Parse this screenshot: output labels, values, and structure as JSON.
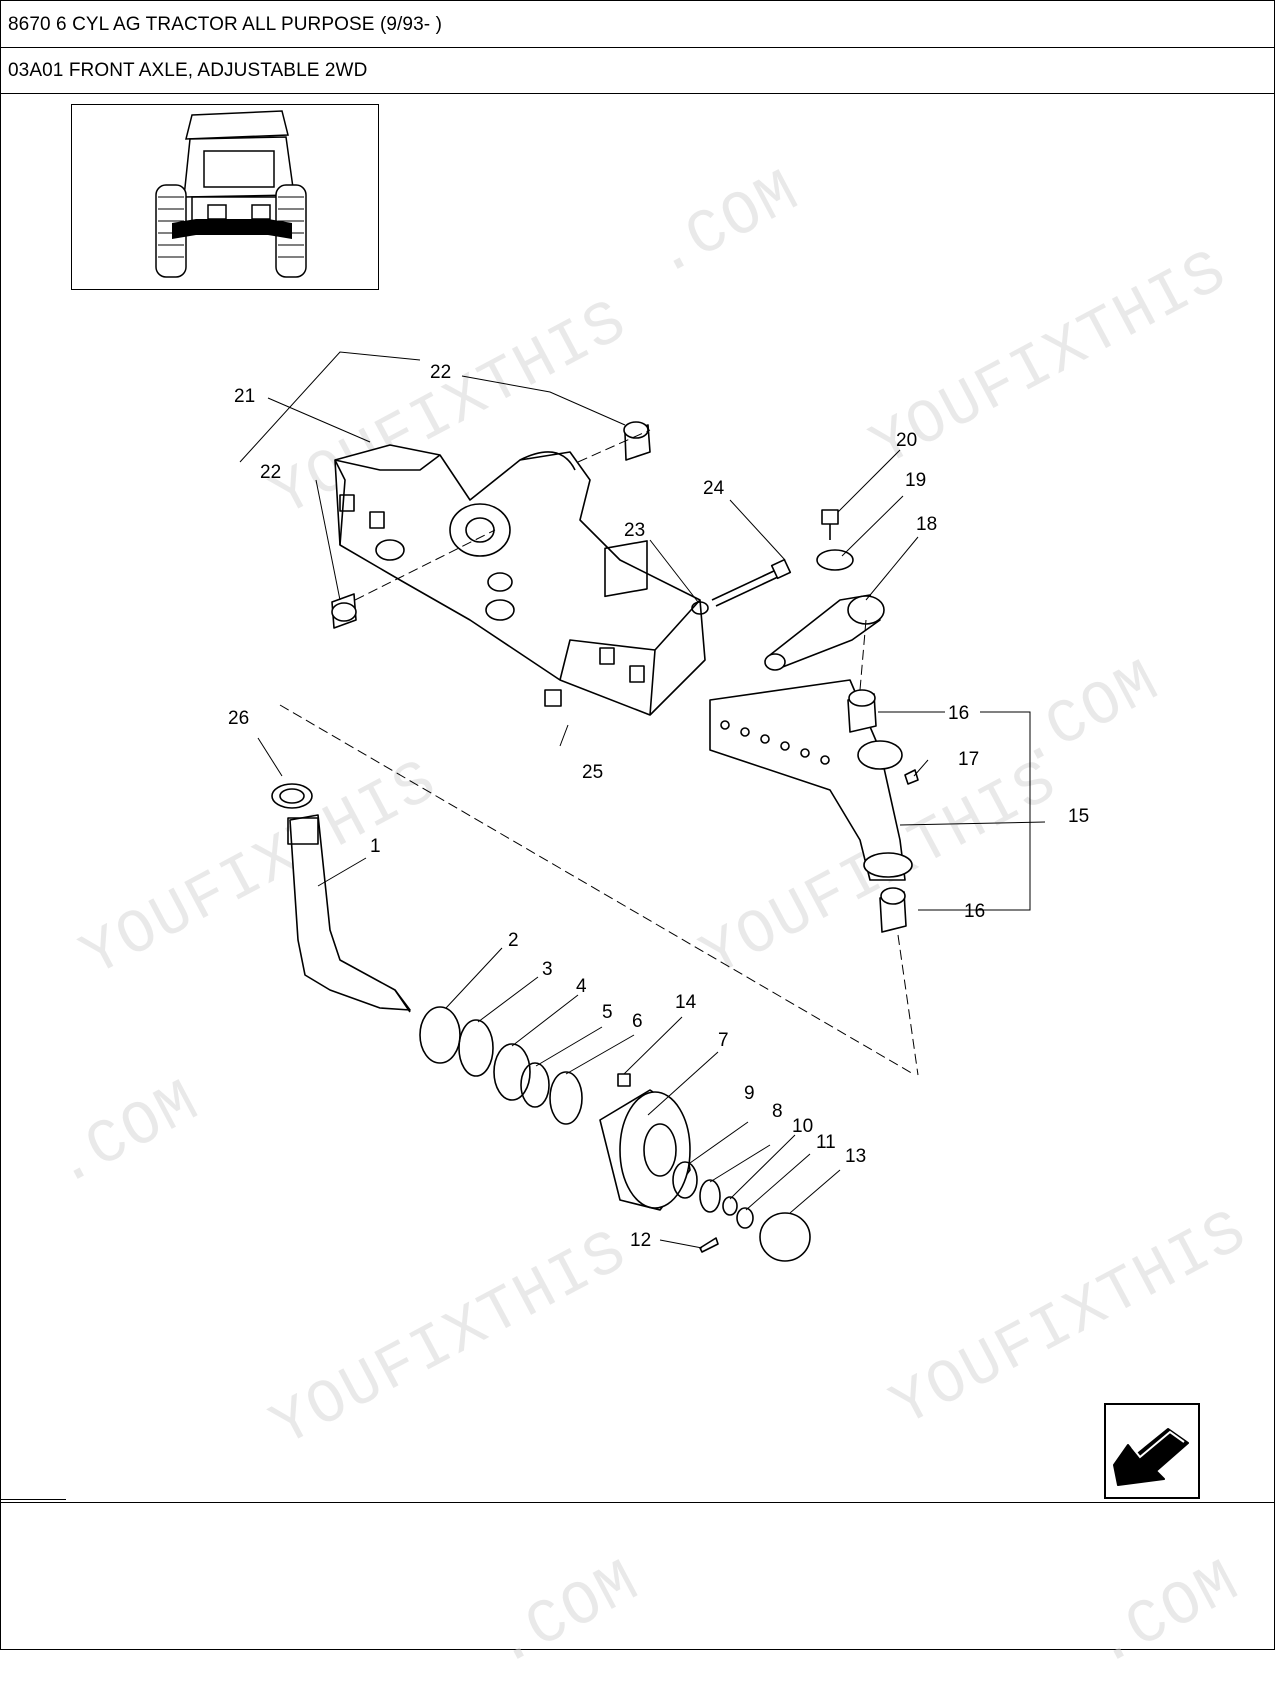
{
  "header": {
    "model_title": "8670 6 CYL AG TRACTOR ALL PURPOSE (9/93- )",
    "section_title": "03A01 FRONT AXLE, ADJUSTABLE 2WD"
  },
  "watermarks": [
    "YOUFIXTHIS",
    ".COM"
  ],
  "callouts": {
    "c1": "1",
    "c2": "2",
    "c3": "3",
    "c4": "4",
    "c5": "5",
    "c6": "6",
    "c7": "7",
    "c8": "8",
    "c9": "9",
    "c10": "10",
    "c11": "11",
    "c12": "12",
    "c13": "13",
    "c14": "14",
    "c15": "15",
    "c16a": "16",
    "c16b": "16",
    "c17": "17",
    "c18": "18",
    "c19": "19",
    "c20": "20",
    "c21": "21",
    "c22a": "22",
    "c22b": "22",
    "c23": "23",
    "c24": "24",
    "c25": "25",
    "c26": "26"
  },
  "icons": {
    "thumbnail": "tractor-front-view-icon",
    "navigation": "arrow-left-down-icon"
  },
  "colors": {
    "ink": "#000000",
    "watermark": "#d8d8d8",
    "paper": "#ffffff"
  }
}
